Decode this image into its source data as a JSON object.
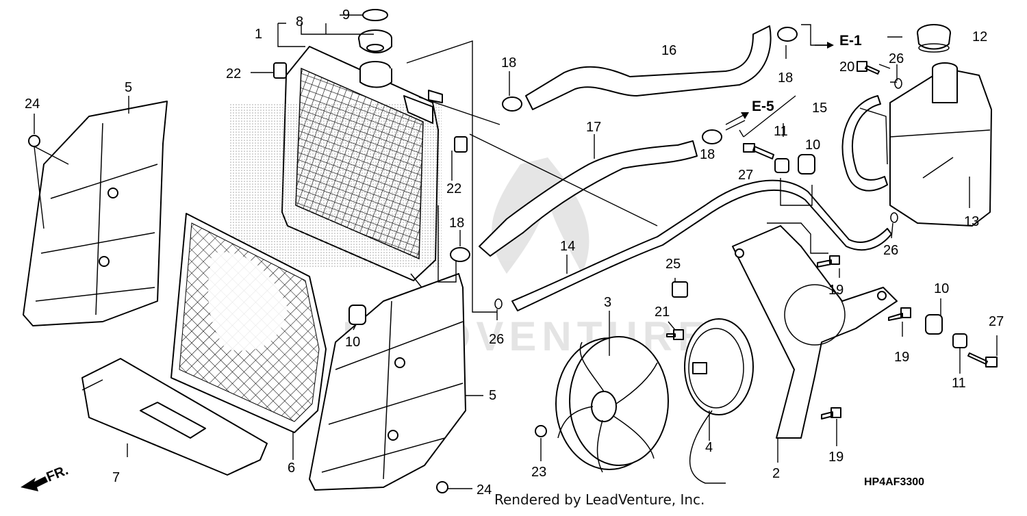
{
  "diagram": {
    "callouts": [
      {
        "id": "c1",
        "text": "1"
      },
      {
        "id": "c2",
        "text": "2"
      },
      {
        "id": "c3",
        "text": "3"
      },
      {
        "id": "c4",
        "text": "4"
      },
      {
        "id": "c5a",
        "text": "5"
      },
      {
        "id": "c5b",
        "text": "5"
      },
      {
        "id": "c6",
        "text": "6"
      },
      {
        "id": "c7",
        "text": "7"
      },
      {
        "id": "c8",
        "text": "8"
      },
      {
        "id": "c9",
        "text": "9"
      },
      {
        "id": "c10a",
        "text": "10"
      },
      {
        "id": "c10b",
        "text": "10"
      },
      {
        "id": "c10c",
        "text": "10"
      },
      {
        "id": "c11a",
        "text": "11"
      },
      {
        "id": "c11b",
        "text": "11"
      },
      {
        "id": "c12",
        "text": "12"
      },
      {
        "id": "c13",
        "text": "13"
      },
      {
        "id": "c14",
        "text": "14"
      },
      {
        "id": "c15",
        "text": "15"
      },
      {
        "id": "c16",
        "text": "16"
      },
      {
        "id": "c17",
        "text": "17"
      },
      {
        "id": "c18a",
        "text": "18"
      },
      {
        "id": "c18b",
        "text": "18"
      },
      {
        "id": "c18c",
        "text": "18"
      },
      {
        "id": "c18d",
        "text": "18"
      },
      {
        "id": "c19a",
        "text": "19"
      },
      {
        "id": "c19b",
        "text": "19"
      },
      {
        "id": "c19c",
        "text": "19"
      },
      {
        "id": "c20",
        "text": "20"
      },
      {
        "id": "c21",
        "text": "21"
      },
      {
        "id": "c22a",
        "text": "22"
      },
      {
        "id": "c22b",
        "text": "22"
      },
      {
        "id": "c23",
        "text": "23"
      },
      {
        "id": "c24a",
        "text": "24"
      },
      {
        "id": "c24b",
        "text": "24"
      },
      {
        "id": "c25",
        "text": "25"
      },
      {
        "id": "c26a",
        "text": "26"
      },
      {
        "id": "c26b",
        "text": "26"
      },
      {
        "id": "c26c",
        "text": "26"
      },
      {
        "id": "c27a",
        "text": "27"
      },
      {
        "id": "c27b",
        "text": "27"
      }
    ],
    "references": {
      "e1": "E-1",
      "e5": "E-5"
    },
    "front_indicator": "FR.",
    "drawing_code": "HP4AF3300",
    "watermark_text": "LEADVENTURE",
    "footer": "Rendered by LeadVenture, Inc."
  }
}
